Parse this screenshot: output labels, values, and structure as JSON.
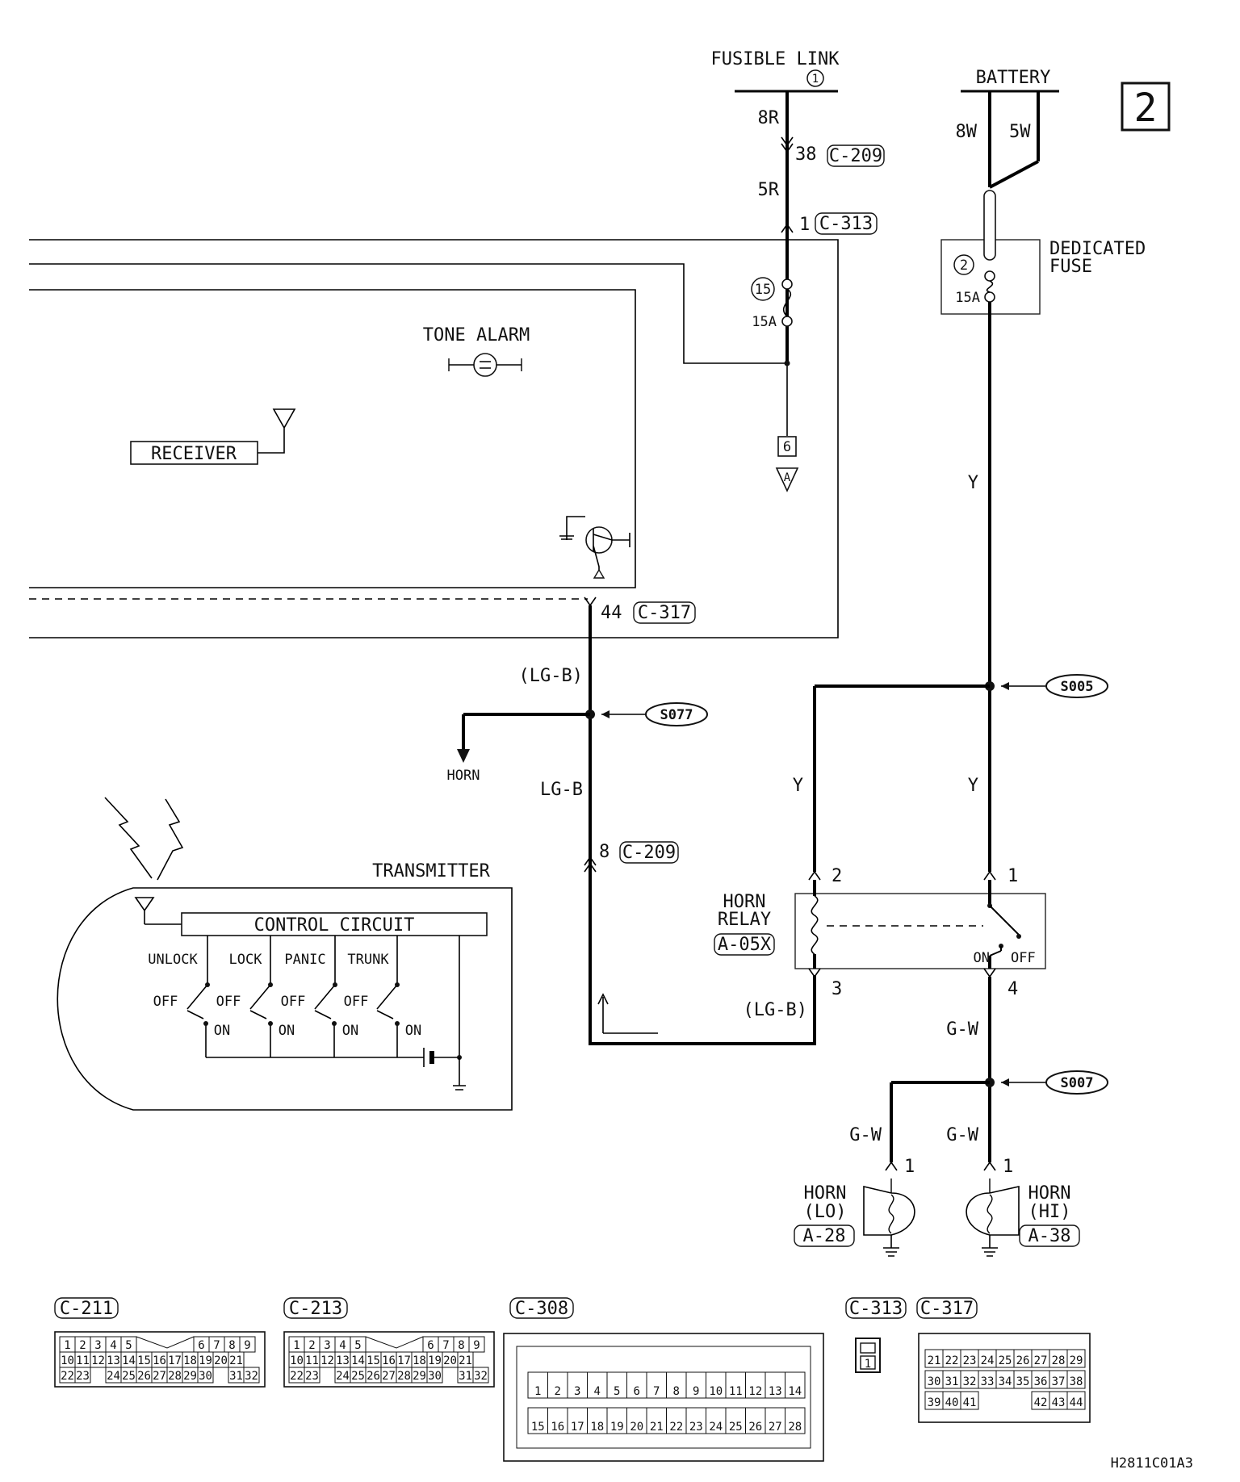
{
  "page_number": "2",
  "sources": {
    "fusible_link": "FUSIBLE LINK",
    "fusible_link_num": "1",
    "battery": "BATTERY",
    "dedicated_fuse_line1": "DEDICATED",
    "dedicated_fuse_line2": "FUSE",
    "fuse2_num": "2",
    "fuse2_rating": "15A",
    "fuse15_num": "15",
    "fuse15_rating": "15A"
  },
  "wires": {
    "w8R": "8R",
    "w5R": "5R",
    "w8W": "8W",
    "w5W": "5W",
    "Y_top": "Y",
    "Y_left": "Y",
    "Y_right": "Y",
    "LGB_paren": "(LG-B)",
    "LGB": "LG-B",
    "LGB_relay": "(LG-B)",
    "GW_main": "G-W",
    "GW_lo": "G-W",
    "GW_hi": "G-W"
  },
  "connectors": {
    "c209_pin38": "38",
    "c209_a": "C-209",
    "c313_pin1": "1",
    "c313_a": "C-313",
    "c317_pin44": "44",
    "c317_a": "C-317",
    "c209_pin8": "8",
    "c209_b": "C-209"
  },
  "splices": {
    "s005": "S005",
    "s077": "S077",
    "s007": "S007"
  },
  "components": {
    "tone_alarm": "TONE ALARM",
    "receiver": "RECEIVER",
    "box6": "6",
    "tri_a": "A",
    "horn_label": "HORN",
    "transmitter": "TRANSMITTER",
    "control_circuit": "CONTROL CIRCUIT",
    "sw_unlock": "UNLOCK",
    "sw_lock": "LOCK",
    "sw_panic": "PANIC",
    "sw_trunk": "TRUNK",
    "off": "OFF",
    "on": "ON",
    "relay_line1": "HORN",
    "relay_line2": "RELAY",
    "relay_code": "A-05X",
    "relay_pin2": "2",
    "relay_pin1": "1",
    "relay_pin3": "3",
    "relay_pin4": "4",
    "relay_on": "ON",
    "relay_off": "OFF",
    "horn_lo_1": "HORN",
    "horn_lo_2": "(LO)",
    "horn_lo_code": "A-28",
    "horn_lo_pin": "1",
    "horn_hi_1": "HORN",
    "horn_hi_2": "(HI)",
    "horn_hi_code": "A-38",
    "horn_hi_pin": "1"
  },
  "connector_views": {
    "c211": {
      "label": "C-211",
      "row1a": [
        "1",
        "2",
        "3",
        "4",
        "5"
      ],
      "row1b": [
        "6",
        "7",
        "8",
        "9"
      ],
      "row2a": [
        "10",
        "11",
        "12",
        "13",
        "14",
        "15"
      ],
      "row2b": [
        "16",
        "17",
        "18",
        "19",
        "20",
        "21"
      ],
      "row3a": [
        "22",
        "23"
      ],
      "row3b": [
        "24",
        "25",
        "26",
        "27",
        "28",
        "29",
        "30"
      ],
      "row3c": [
        "31",
        "32"
      ]
    },
    "c213": {
      "label": "C-213",
      "row1a": [
        "1",
        "2",
        "3",
        "4",
        "5"
      ],
      "row1b": [
        "6",
        "7",
        "8",
        "9"
      ],
      "row2a": [
        "10",
        "11",
        "12",
        "13",
        "14",
        "15"
      ],
      "row2b": [
        "16",
        "17",
        "18",
        "19",
        "20",
        "21"
      ],
      "row3a": [
        "22",
        "23"
      ],
      "row3b": [
        "24",
        "25",
        "26",
        "27",
        "28",
        "29",
        "30"
      ],
      "row3c": [
        "31",
        "32"
      ]
    },
    "c308": {
      "label": "C-308",
      "row1": [
        "1",
        "2",
        "3",
        "4",
        "5",
        "6",
        "7",
        "8",
        "9",
        "10",
        "11",
        "12",
        "13",
        "14"
      ],
      "row2": [
        "15",
        "16",
        "17",
        "18",
        "19",
        "20",
        "21",
        "22",
        "23",
        "24",
        "25",
        "26",
        "27",
        "28"
      ]
    },
    "c313": {
      "label": "C-313",
      "pin": "1"
    },
    "c317": {
      "label": "C-317",
      "row1": [
        "21",
        "22",
        "23",
        "24",
        "25",
        "26",
        "27",
        "28",
        "29"
      ],
      "row2": [
        "30",
        "31",
        "32",
        "33",
        "34",
        "35",
        "36",
        "37",
        "38"
      ],
      "row3a": [
        "39",
        "40",
        "41"
      ],
      "row3b": [
        "42",
        "43",
        "44"
      ]
    }
  },
  "footer_code": "H2811C01A3"
}
